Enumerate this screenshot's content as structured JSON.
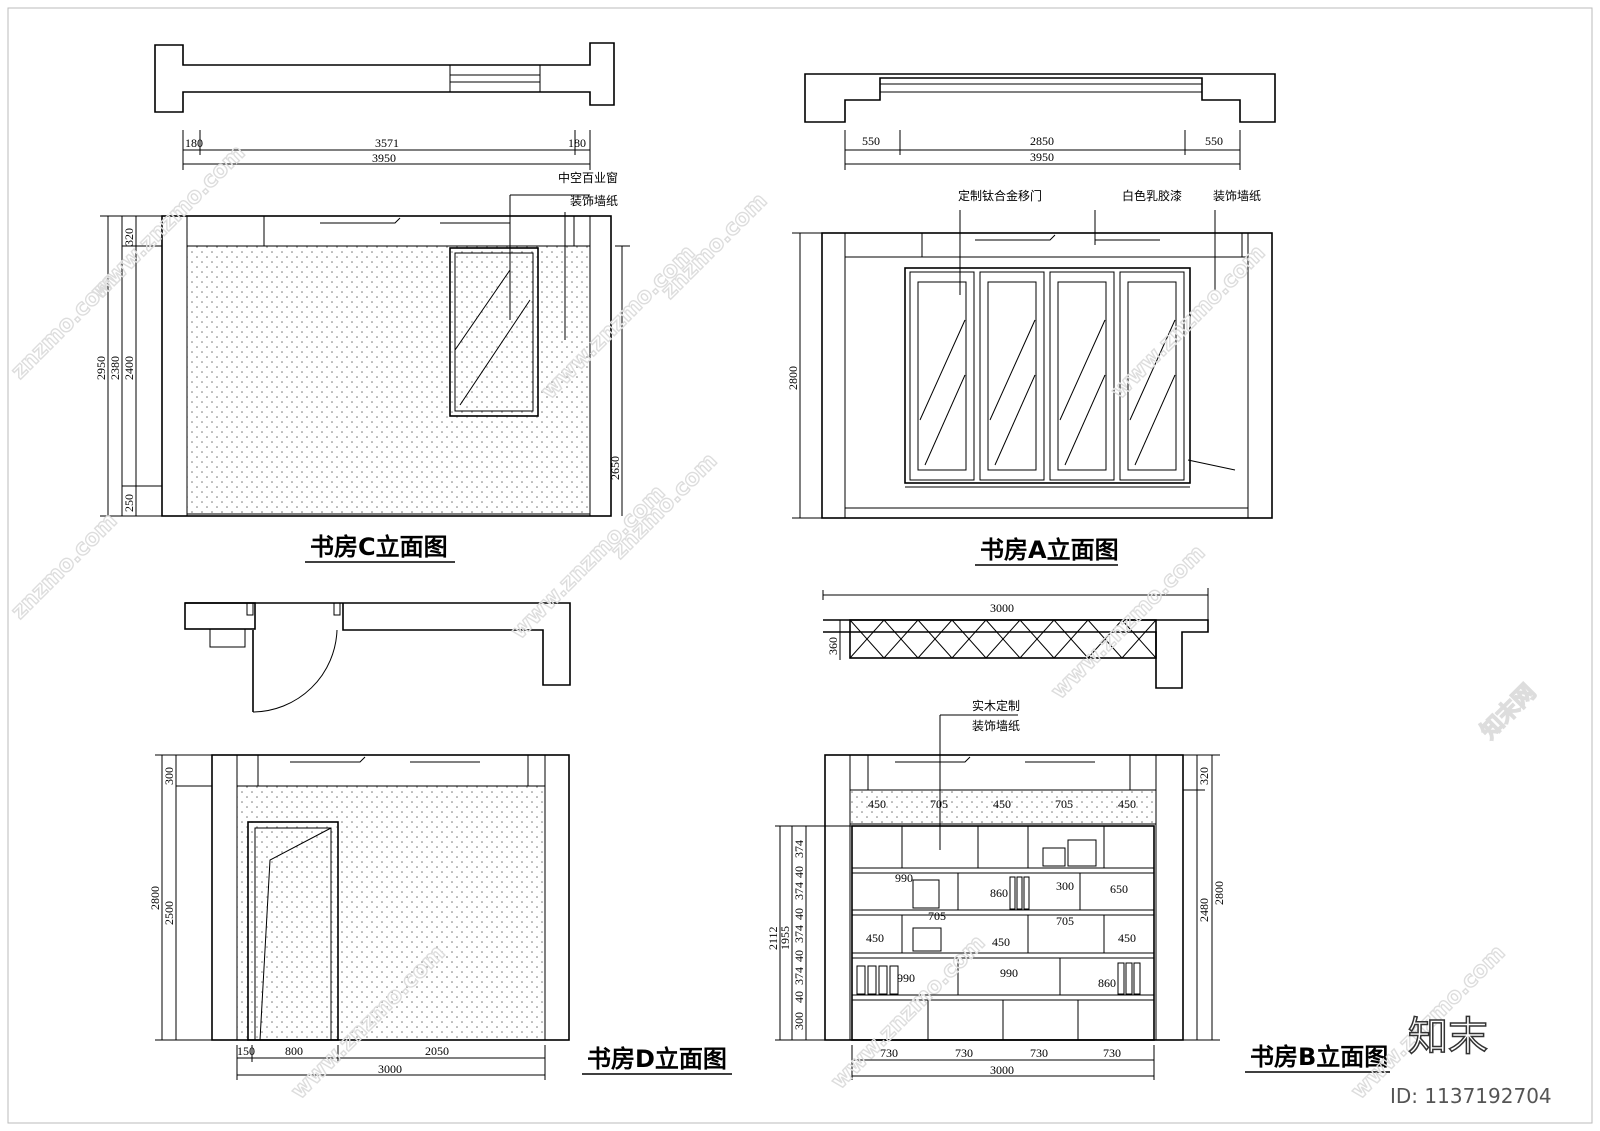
{
  "panel_c": {
    "title": "书房C立面图",
    "note_window": "中空百业窗",
    "note_wallpaper": "装饰墙纸",
    "plan_dims": [
      "180",
      "3571",
      "180"
    ],
    "plan_total": "3950",
    "v_dims": [
      "320",
      "2950",
      "2380",
      "2400",
      "250"
    ],
    "right_dim": "2650"
  },
  "panel_a": {
    "title": "书房A立面图",
    "note_door": "定制钛合金移门",
    "note_paint": "白色乳胶漆",
    "note_wallpaper": "装饰墙纸",
    "plan_dims": [
      "550",
      "2850",
      "550"
    ],
    "plan_total": "3950",
    "height": "2800"
  },
  "panel_d": {
    "title": "书房D立面图",
    "v_dims": [
      "300",
      "2800",
      "2500"
    ],
    "h_dims": [
      "150",
      "800",
      "2050"
    ],
    "total": "3000"
  },
  "panel_b": {
    "title": "书房B立面图",
    "note_wood": "实木定制",
    "note_wallpaper": "装饰墙纸",
    "plan_width": "3000",
    "plan_depth": "360",
    "top_dims": [
      "450",
      "705",
      "450",
      "705",
      "450"
    ],
    "shelf_labels": {
      "r1": [
        "990",
        "300",
        "650",
        "860"
      ],
      "r2": [
        "705",
        "705",
        "450",
        "450",
        "450"
      ],
      "r3": [
        "990",
        "990",
        "860"
      ]
    },
    "left_dims": [
      "374",
      "40",
      "374",
      "40",
      "374",
      "40",
      "374",
      "40",
      "300"
    ],
    "left_totals": [
      "2112",
      "1955"
    ],
    "right_dims": [
      "320",
      "2480",
      "2800"
    ],
    "bottom_dims": [
      "730",
      "730",
      "730",
      "730"
    ],
    "bottom_total": "3000"
  },
  "watermark": {
    "site": "znzmo.com",
    "site_www": "www.znzmo.com",
    "brand": "知末网"
  },
  "brand": {
    "logo": "知末",
    "id": "ID: 1137192704"
  }
}
